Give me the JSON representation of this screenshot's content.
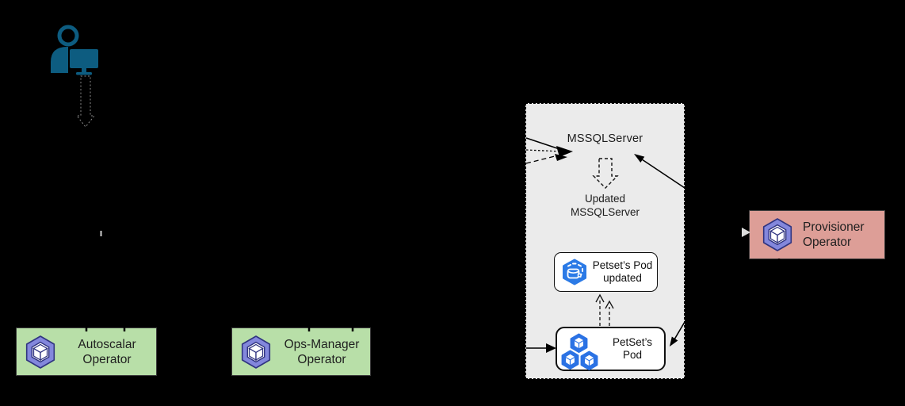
{
  "panel": {
    "title": "MSSQLServer",
    "updated_label": {
      "line1": "Updated",
      "line2": "MSSQLServer"
    },
    "fill": "#ebebeb"
  },
  "nodes": {
    "petset_pod_updated": {
      "line1": "Petset’s Pod",
      "line2": "updated",
      "icon": "k8s-deploy-icon"
    },
    "petset_pod": {
      "line1": "PetSet’s",
      "line2": "Pod",
      "icon": "k8s-pod-icon",
      "pod_count": 3
    }
  },
  "operators": {
    "autoscalar": {
      "line1": "Autoscalar",
      "line2": "Operator",
      "fill": "#b8dfa8",
      "icon": "operator-cube-icon"
    },
    "ops_manager": {
      "line1": "Ops-Manager",
      "line2": "Operator",
      "fill": "#b8dfa8",
      "icon": "operator-cube-icon"
    },
    "provisioner": {
      "line1": "Provisioner",
      "line2": "Operator",
      "fill": "#dd9e97",
      "icon": "operator-cube-icon"
    }
  },
  "icons": {
    "user": "user-monitor-icon",
    "operator": "operator-cube-icon",
    "pod": "k8s-pod-icon",
    "deploy": "k8s-deploy-icon"
  },
  "colors": {
    "background": "#000000",
    "user_icon_teal": "#0d5c80",
    "panel_fill": "#ebebeb",
    "operator_green": "#b8dfa8",
    "operator_pink": "#dd9e97",
    "kubernetes_blue": "#2b72e4",
    "operator_icon_purple": "#8387dc",
    "operator_icon_navy": "#303480",
    "line_black": "#000000"
  }
}
